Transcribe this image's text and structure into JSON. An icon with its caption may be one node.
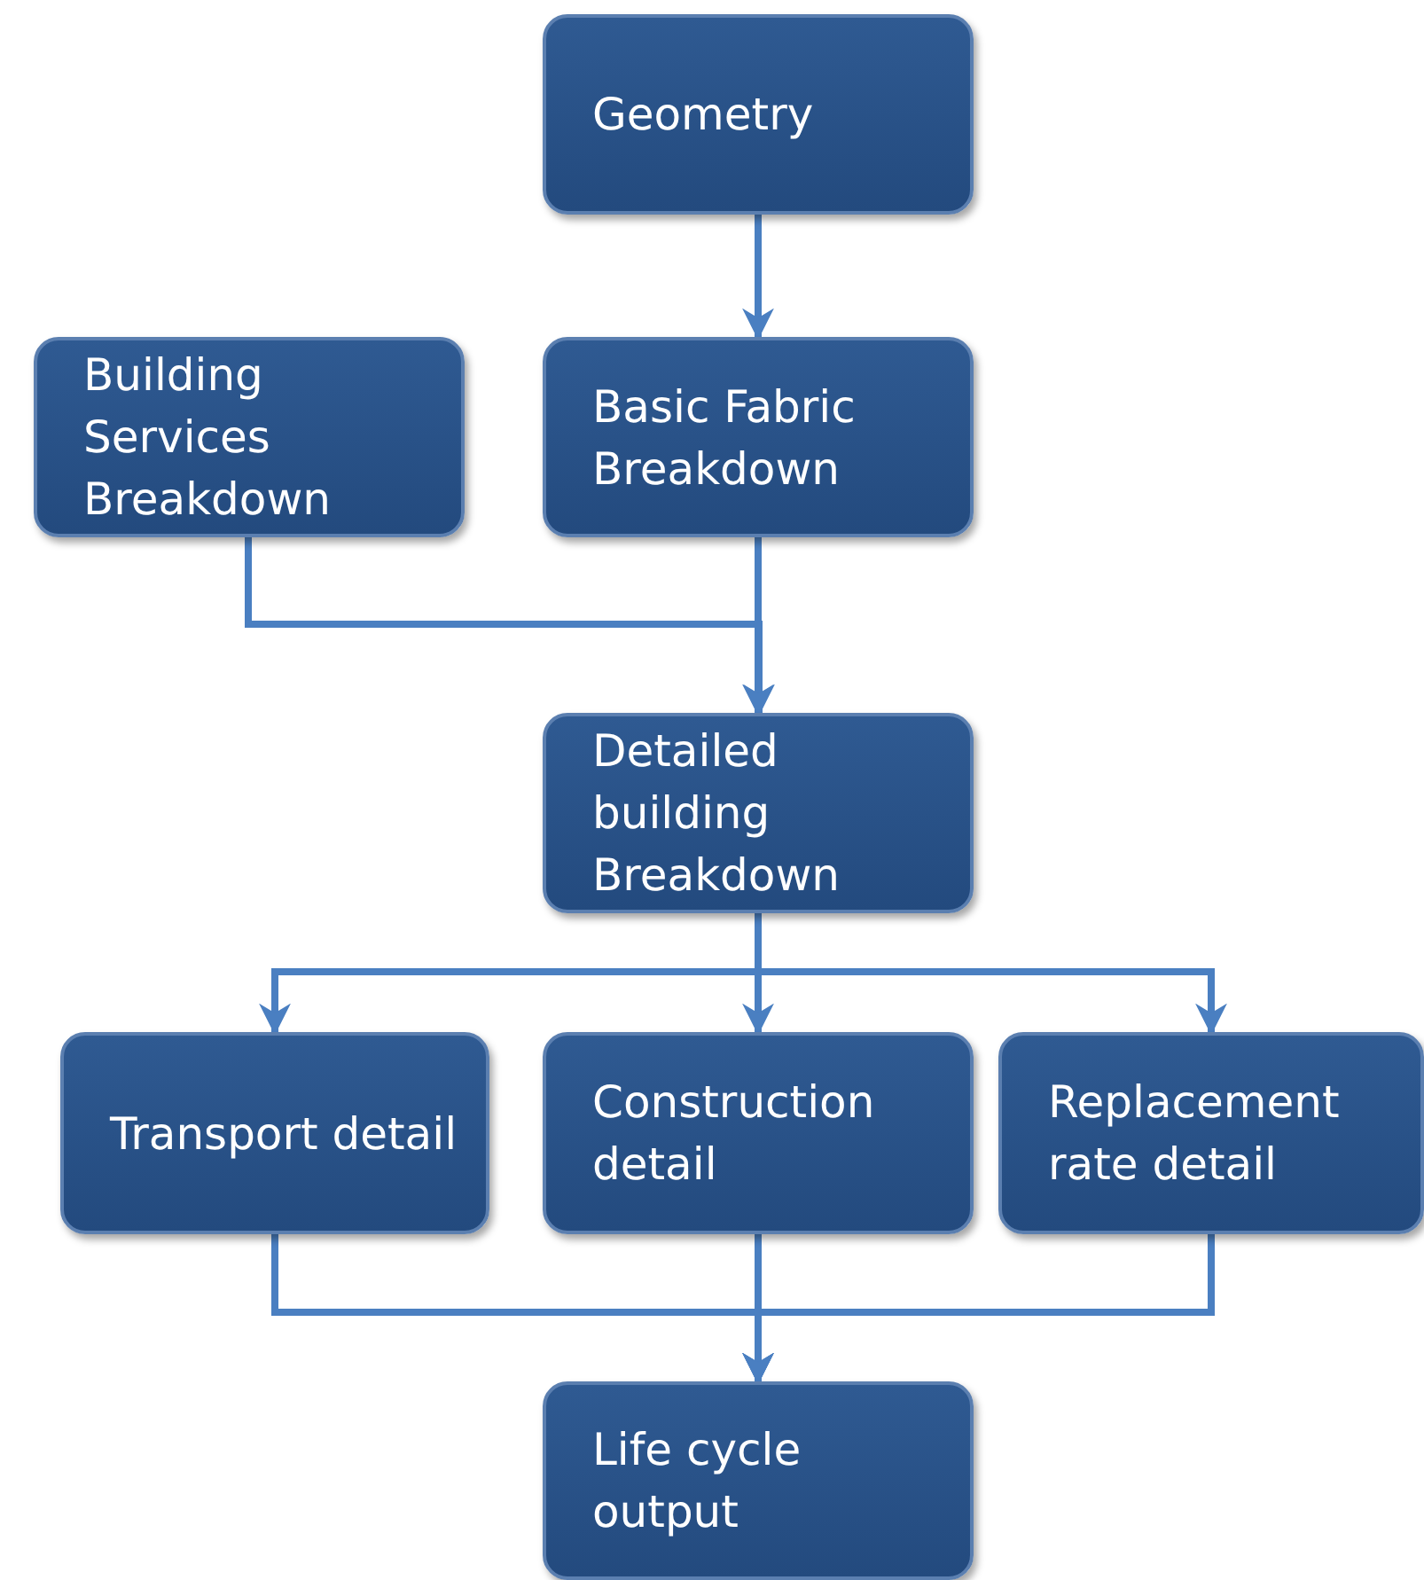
{
  "diagram": {
    "nodes": [
      {
        "text": [
          "Geometry"
        ]
      },
      {
        "text": [
          "Building Services Breakdown"
        ]
      },
      {
        "text": [
          "Basic Fabric Breakdown"
        ]
      },
      {
        "text": [
          "Detailed building Breakdown"
        ]
      },
      {
        "text": [
          "Transport detail"
        ]
      },
      {
        "text": [
          "Construction detail"
        ]
      },
      {
        "text": [
          "Replacement rate detail"
        ]
      },
      {
        "text": [
          "Life cycle output"
        ]
      }
    ],
    "edges": [
      {
        "from": 0,
        "to": 2,
        "arrow": "to"
      },
      {
        "from": 1,
        "to": 3,
        "arrow": "to"
      },
      {
        "from": 2,
        "to": 3,
        "arrow": "to"
      },
      {
        "from": 3,
        "to": 4,
        "arrow": "to"
      },
      {
        "from": 3,
        "to": 5,
        "arrow": "to"
      },
      {
        "from": 3,
        "to": 6,
        "arrow": "to"
      },
      {
        "from": 4,
        "to": 7,
        "arrow": "to"
      },
      {
        "from": 5,
        "to": 7,
        "arrow": "to"
      },
      {
        "from": 6,
        "to": 7,
        "arrow": "to"
      }
    ]
  }
}
